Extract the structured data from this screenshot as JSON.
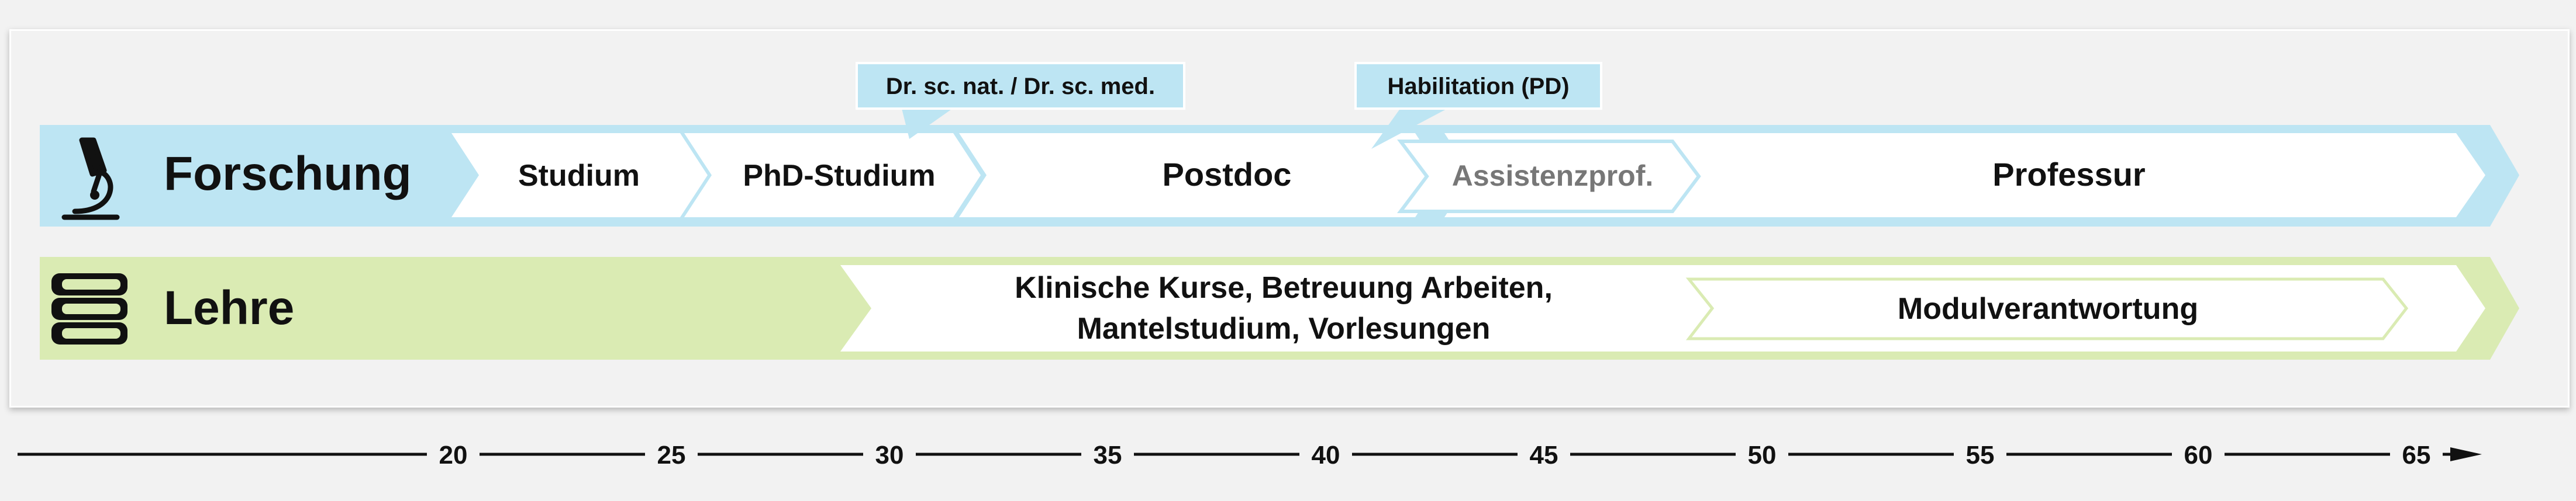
{
  "rows": {
    "research": {
      "label": "Forschung",
      "icon": "microscope-icon",
      "color": "#bde5f3",
      "stages": [
        "Studium",
        "PhD-Studium",
        "Postdoc",
        "Assistenzprof.",
        "Professur"
      ]
    },
    "teaching": {
      "label": "Lehre",
      "icon": "books-icon",
      "color": "#daebb3",
      "stages": [
        "Klinische Kurse, Betreuung Arbeiten,",
        "Mantelstudium, Vorlesungen",
        "Modulverantwortung"
      ]
    }
  },
  "callouts": {
    "doctorate": "Dr. sc. nat. / Dr. sc. med.",
    "habilitation": "Habilitation (PD)"
  },
  "timeline": {
    "ticks": [
      "20",
      "25",
      "30",
      "35",
      "40",
      "45",
      "50",
      "55",
      "60",
      "65"
    ]
  }
}
